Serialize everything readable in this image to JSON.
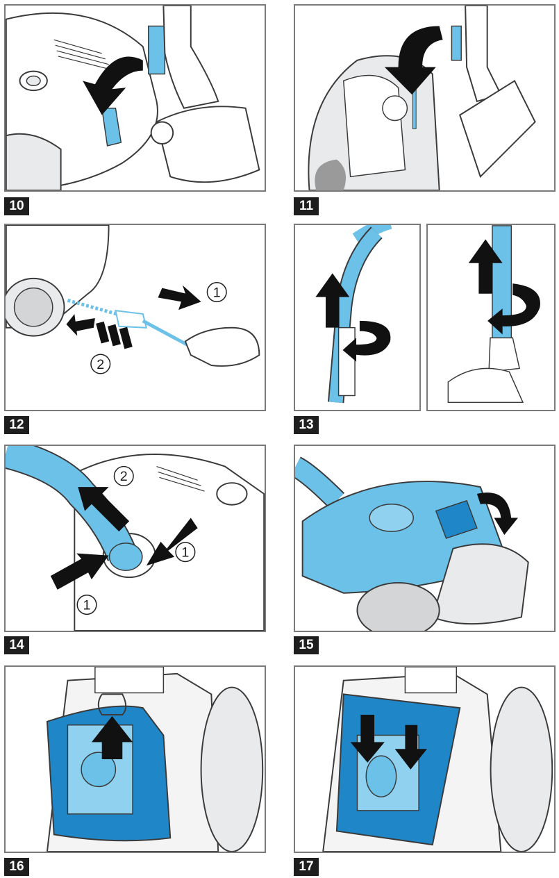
{
  "colors": {
    "accent_blue": "#6cc1e8",
    "deep_blue": "#1f86c8",
    "light_gray": "#e9eaec",
    "line": "#3a3a3a",
    "arrow": "#111111",
    "frame": "#7a7a7a",
    "badge": "#1e1e1e"
  },
  "steps": [
    {
      "number": "10"
    },
    {
      "number": "11"
    },
    {
      "number": "12",
      "callouts": [
        "1",
        "2"
      ]
    },
    {
      "number": "13"
    },
    {
      "number": "14",
      "callouts": [
        "2",
        "1",
        "1"
      ]
    },
    {
      "number": "15"
    },
    {
      "number": "16"
    },
    {
      "number": "17"
    }
  ]
}
